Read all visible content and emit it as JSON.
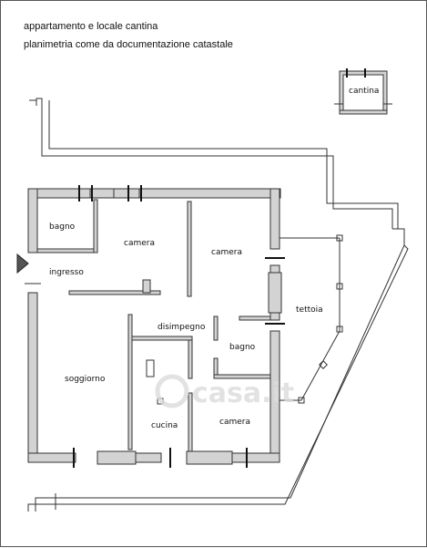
{
  "title": "appartamento e locale cantina",
  "subtitle": "planimetria come da documentazione catastale",
  "rooms": {
    "cantina": "cantina",
    "bagno_top": "bagno",
    "camera_top_left": "camera",
    "camera_top_right": "camera",
    "ingresso": "ingresso",
    "disimpegno": "disimpegno",
    "tettoia": "tettoia",
    "bagno_mid": "bagno",
    "soggiorno": "soggiorno",
    "cucina": "cucina",
    "camera_bottom": "camera"
  },
  "watermark": "casa.it",
  "colors": {
    "wall_fill": "#d3d3d3",
    "line": "#333333"
  }
}
